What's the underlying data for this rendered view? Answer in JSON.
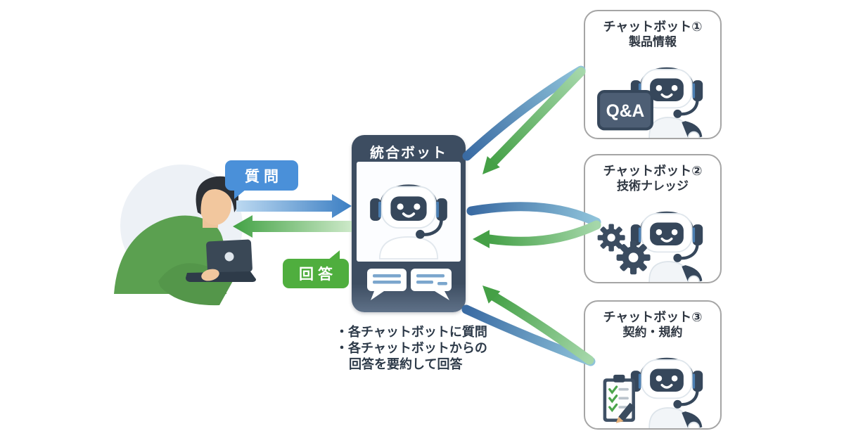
{
  "user": {
    "question_label": "質問",
    "answer_label": "回答"
  },
  "hub": {
    "title": "統合ボット",
    "notes": [
      "・各チャットボットに質問",
      "・各チャットボットからの",
      "回答を要約して回答"
    ]
  },
  "bots": [
    {
      "title": "チャットボット①",
      "subtitle": "製品情報",
      "badge": "Q&A",
      "icon": "qa-board-icon"
    },
    {
      "title": "チャットボット②",
      "subtitle": "技術ナレッジ",
      "icon": "gears-icon"
    },
    {
      "title": "チャットボット③",
      "subtitle": "契約・規約",
      "icon": "clipboard-icon"
    }
  ],
  "colors": {
    "question_blue": "#4a90d9",
    "answer_green": "#4fae3e",
    "hub_navy": "#3d4d61",
    "robot_navy": "#36475b",
    "loop_blue": "#3a6ba3",
    "loop_green": "#46a148",
    "box_border": "#a5a5a5"
  }
}
